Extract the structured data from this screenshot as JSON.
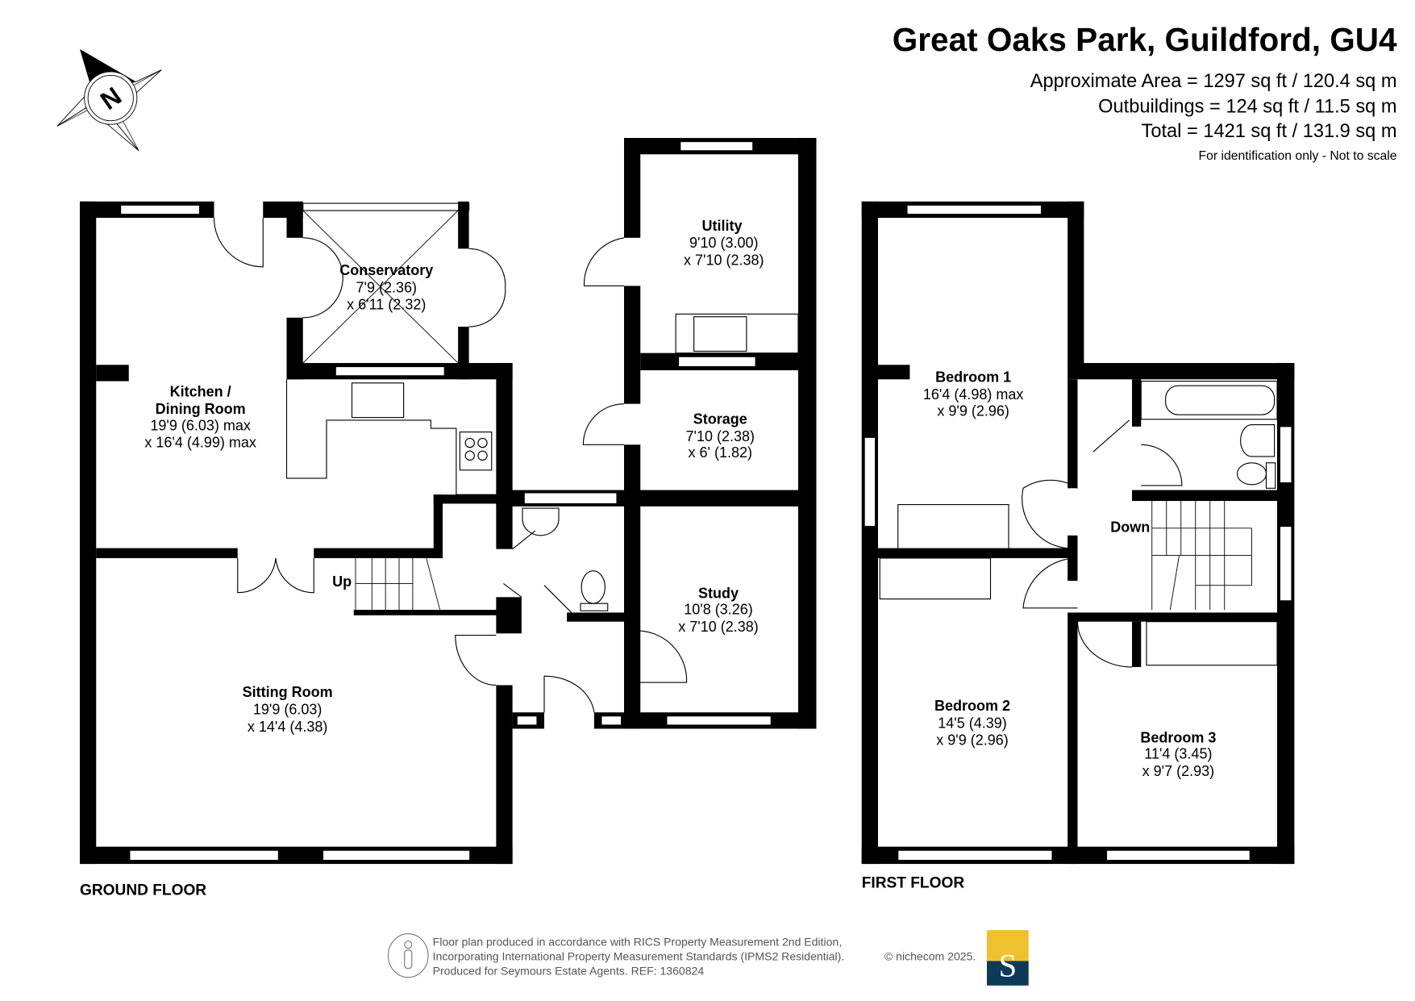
{
  "header": {
    "title": "Great Oaks Park, Guildford, GU4",
    "approx_area": "Approximate Area = 1297 sq ft / 120.4 sq m",
    "outbuildings": "Outbuildings = 124 sq ft / 11.5 sq m",
    "total": "Total = 1421 sq ft / 131.9 sq m",
    "disclaimer": "For identification only - Not to scale"
  },
  "compass": {
    "label": "N",
    "icon": "north-compass-icon"
  },
  "ground_floor": {
    "label": "GROUND FLOOR",
    "stairs_label": "Up",
    "rooms": [
      {
        "name": "Conservatory",
        "dim1": "7'9 (2.36)",
        "dim2": "x 6'11 (2.32)"
      },
      {
        "name": "Kitchen /",
        "name2": "Dining Room",
        "dim1": "19'9 (6.03) max",
        "dim2": "x 16'4 (4.99) max"
      },
      {
        "name": "Utility",
        "dim1": "9'10 (3.00)",
        "dim2": "x 7'10 (2.38)"
      },
      {
        "name": "Storage",
        "dim1": "7'10 (2.38)",
        "dim2": "x 6' (1.82)"
      },
      {
        "name": "Study",
        "dim1": "10'8 (3.26)",
        "dim2": "x 7'10 (2.38)"
      },
      {
        "name": "Sitting Room",
        "dim1": "19'9 (6.03)",
        "dim2": "x 14'4 (4.38)"
      }
    ]
  },
  "first_floor": {
    "label": "FIRST FLOOR",
    "stairs_label": "Down",
    "rooms": [
      {
        "name": "Bedroom 1",
        "dim1": "16'4 (4.98) max",
        "dim2": "x 9'9 (2.96)"
      },
      {
        "name": "Bedroom 2",
        "dim1": "14'5 (4.39)",
        "dim2": "x 9'9 (2.96)"
      },
      {
        "name": "Bedroom 3",
        "dim1": "11'4 (3.45)",
        "dim2": "x 9'7 (2.93)"
      }
    ]
  },
  "footer": {
    "line1": "Floor plan produced in accordance with RICS Property Measurement 2nd Edition,",
    "line2": "Incorporating International Property Measurement Standards (IPMS2 Residential).",
    "copyright": "© nichecom 2025.",
    "line3": "Produced for Seymours Estate Agents.   REF: 1360824",
    "logo_letter": "S",
    "logo_colors": {
      "top": "#f0c12f",
      "bottom": "#0d3a57"
    }
  }
}
